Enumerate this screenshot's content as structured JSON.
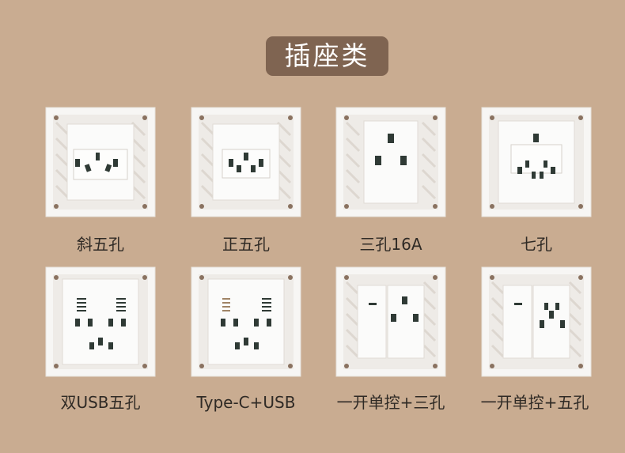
{
  "title": "插座类",
  "products": [
    {
      "label": "斜五孔",
      "type": "diagonal-five-hole"
    },
    {
      "label": "正五孔",
      "type": "straight-five-hole"
    },
    {
      "label": "三孔16A",
      "type": "three-hole-16a"
    },
    {
      "label": "七孔",
      "type": "seven-hole"
    },
    {
      "label": "双USB五孔",
      "type": "dual-usb-five-hole"
    },
    {
      "label": "Type-C+USB",
      "type": "typec-usb-five-hole"
    },
    {
      "label": "一开单控+三孔",
      "type": "switch-three-hole"
    },
    {
      "label": "一开单控+五孔",
      "type": "switch-five-hole"
    }
  ]
}
